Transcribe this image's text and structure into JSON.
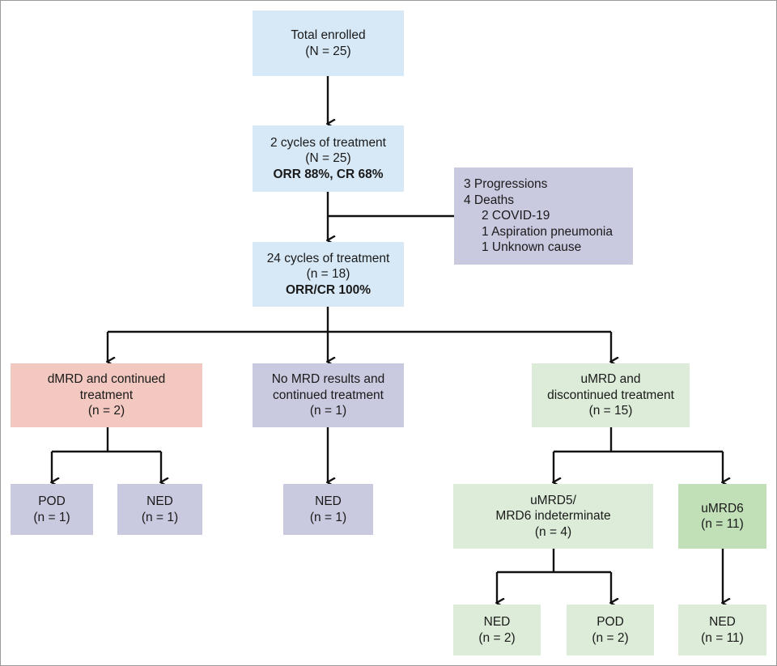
{
  "nodes": {
    "enrolled": {
      "lines": [
        "Total enrolled",
        "(N = 25)"
      ]
    },
    "two_cycles": {
      "lines": [
        "2 cycles of treatment",
        "(N = 25)"
      ],
      "bold": "ORR 88%, CR 68%"
    },
    "events": {
      "lines": [
        "3 Progressions",
        "4 Deaths"
      ],
      "sub": [
        "2 COVID-19",
        "1 Aspiration pneumonia",
        "1 Unknown cause"
      ]
    },
    "twentyfour_cycles": {
      "lines": [
        "24 cycles of treatment",
        "(n = 18)"
      ],
      "bold": "ORR/CR 100%"
    },
    "dmrd": {
      "lines": [
        "dMRD and continued",
        "treatment",
        "(n = 2)"
      ]
    },
    "no_mrd": {
      "lines": [
        "No MRD results and",
        "continued treatment",
        "(n = 1)"
      ]
    },
    "umrd": {
      "lines": [
        "uMRD and",
        "discontinued treatment",
        "(n = 15)"
      ]
    },
    "dmrd_pod": {
      "lines": [
        "POD",
        "(n = 1)"
      ]
    },
    "dmrd_ned": {
      "lines": [
        "NED",
        "(n = 1)"
      ]
    },
    "nomrd_ned": {
      "lines": [
        "NED",
        "(n = 1)"
      ]
    },
    "umrd5": {
      "lines": [
        "uMRD5/",
        "MRD6 indeterminate",
        "(n = 4)"
      ]
    },
    "umrd6": {
      "lines": [
        "uMRD6",
        "(n = 11)"
      ]
    },
    "umrd5_ned": {
      "lines": [
        "NED",
        "(n = 2)"
      ]
    },
    "umrd5_pod": {
      "lines": [
        "POD",
        "(n = 2)"
      ]
    },
    "umrd6_ned": {
      "lines": [
        "NED",
        "(n = 11)"
      ]
    }
  },
  "colors": {
    "blue": "#d7e9f6",
    "purple": "#c9c9e0",
    "pink": "#f2c8c0",
    "light_green": "#dcecd8",
    "green": "#c1e0b8",
    "connector": "#111111"
  }
}
